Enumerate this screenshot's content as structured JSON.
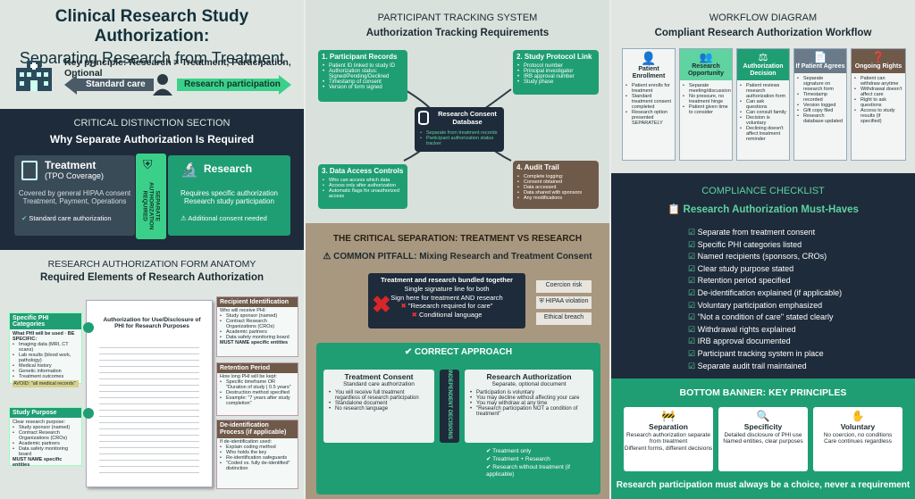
{
  "col1": {
    "title_line1": "Clinical Research Study Authorization:",
    "title_line2": "Separating Research from Treatment",
    "key_principle": "Key principle: Research ≠ Treatment, Participation, Optional",
    "standard_care": "Standard care",
    "research_participation": "Research participation",
    "critical_header": "CRITICAL DISTINCTION SECTION",
    "critical_sub": "Why Separate Authorization Is Required",
    "treatment_title": "Treatment",
    "treatment_sub": "(TPO Coverage)",
    "treatment_desc1": "Covered by general HIPAA consent",
    "treatment_desc2": "Treatment, Payment, Operations",
    "treatment_badge": "Standard care authorization",
    "separate_label": "SEPARATE AUTHORIZATION REQUIRED",
    "research_title": "Research",
    "research_desc1": "Requires specific authorization",
    "research_desc2": "Research study participation",
    "research_badge": "Additional consent needed",
    "anatomy_header": "RESEARCH AUTHORIZATION FORM ANATOMY",
    "anatomy_sub": "Required Elements of Research Authorization",
    "phi_title": "Specific PHI Categories",
    "phi_intro": "What PHI will be used · BE SPECIFIC:",
    "phi_items": [
      "Imaging data (MRI, CT scans)",
      "Lab results (blood work, pathology)",
      "Medical history",
      "Genetic information",
      "Treatment outcomes"
    ],
    "phi_avoid": "AVOID: \"all medical records\"",
    "purpose_title": "Study Purpose",
    "purpose_intro": "Clear research purpose:",
    "purpose_items": [
      "Study sponsor (named)",
      "Contract Research Organizations (CROs)",
      "Academic partners",
      "Data safety monitoring board"
    ],
    "purpose_must": "MUST NAME specific entities",
    "doc_title": "Authorization for Use/Disclosure of PHI for Research Purposes",
    "recipient_title": "Recipient Identification",
    "recipient_intro": "Who will receive PHI:",
    "recipient_items": [
      "Study sponsor (named)",
      "Contract Research Organizations (CROs)",
      "Academic partners",
      "Data safety monitoring board"
    ],
    "recipient_must": "MUST NAME specific entities",
    "retention_title": "Retention Period",
    "retention_intro": "How long PHI will be kept:",
    "retention_items": [
      "Specific timeframe OR \"Duration of study | 0.5 years\"",
      "Destruction method specified",
      "Example: \"7 years after study completion\""
    ],
    "deid_title": "De-identification Process (if applicable)",
    "deid_intro": "If de-identification used:",
    "deid_items": [
      "Explain coding method",
      "Who holds the key",
      "Re-identification safeguards",
      "\"Coded vs. fully de-identified\" distinction"
    ]
  },
  "col2": {
    "header": "PARTICIPANT TRACKING SYSTEM",
    "sub": "Authorization Tracking Requirements",
    "box1_title": "1. Participant Records",
    "box1_items": [
      "Patient ID linked to study ID",
      "Authorization status: Signed/Pending/Declined",
      "Timestamp of consent",
      "Version of form signed"
    ],
    "box2_title": "2. Study Protocol Link",
    "box2_items": [
      "Protocol number",
      "Principal investigator",
      "IRB approval number",
      "Study phase"
    ],
    "box3_title": "3. Data Access Controls",
    "box3_items": [
      "Who can access which data",
      "Access only after authorization",
      "Automatic flags for unauthorized access"
    ],
    "box4_title": "4. Audit Trail",
    "box4_items": [
      "Complete logging:",
      "Consent obtained",
      "Data accessed",
      "Data shared with sponsors",
      "Any modifications"
    ],
    "db_title": "Research Consent Database",
    "db_items": [
      "Separate from treatment records",
      "Participant authorization status tracker"
    ],
    "sep_header": "THE CRITICAL SEPARATION: TREATMENT VS RESEARCH",
    "pitfall": "COMMON PITFALL: Mixing Research and Treatment Consent",
    "bad_title": "Treatment and research bundled together",
    "bad_l1": "Single signature line for both",
    "bad_l2": "Sign here for treatment AND research",
    "bad_l3": "\"Research required for care\"",
    "bad_l4": "Conditional language",
    "risk1": "Coercion risk",
    "risk2": "HIPAA violation",
    "risk3": "Ethical breach",
    "correct": "CORRECT APPROACH",
    "tc_title": "Treatment Consent",
    "tc_sub": "Standard care authorization",
    "tc_items": [
      "You will receive full treatment regardless of research participation",
      "Standalone document",
      "No research language"
    ],
    "indep": "INDEPENDENT DECISIONS",
    "ra_title": "Research Authorization",
    "ra_sub": "Separate, optional document",
    "ra_items": [
      "Participation is voluntary",
      "You may decline without affecting your care",
      "You may withdraw at any time",
      "\"Research participation NOT a condition of treatment\""
    ],
    "opt1": "Treatment only",
    "opt2": "Treatment + Research",
    "opt3": "Research without treatment (if applicable)"
  },
  "col3": {
    "header": "WORKFLOW DIAGRAM",
    "sub": "Compliant Research Authorization Workflow",
    "steps": [
      {
        "title": "Patient Enrollment",
        "items": [
          "Patient enrolls for treatment",
          "Standard treatment consent completed",
          "Research option presented SEPARATELY"
        ]
      },
      {
        "title": "Research Opportunity",
        "items": [
          "Separate meeting/discussion",
          "No pressure, no treatment hinge",
          "Patient given time to consider"
        ]
      },
      {
        "title": "Authorization Decision",
        "items": [
          "Patient reviews research authorization form",
          "Can ask questions",
          "Can consult family",
          "Decision is voluntary",
          "Declining doesn't affect treatment reminder"
        ]
      },
      {
        "title": "If Patient Agrees",
        "items": [
          "Separate signature on research form",
          "Timestamp recorded",
          "Version logged",
          "Gift copy filed",
          "Research database updated"
        ]
      },
      {
        "title": "Ongoing Rights",
        "items": [
          "Patient can withdraw anytime",
          "Withdrawal doesn't affect care",
          "Right to ask questions",
          "Access to study results (if specified)"
        ]
      }
    ],
    "check_header": "COMPLIANCE CHECKLIST",
    "check_sub": "Research Authorization Must-Haves",
    "checklist": [
      "Separate from treatment consent",
      "Specific PHI categories listed",
      "Named recipients (sponsors, CROs)",
      "Clear study purpose stated",
      "Retention period specified",
      "De-identification explained (if applicable)",
      "Voluntary participation emphasized",
      "\"Not a condition of care\" stated clearly",
      "Withdrawal rights explained",
      "IRB approval documented",
      "Participant tracking system in place",
      "Separate audit trail maintained"
    ],
    "banner_header": "BOTTOM BANNER: KEY PRINCIPLES",
    "p1_title": "Separation",
    "p1_l1": "Research authorization separate from treatment",
    "p1_l2": "Different forms, different decisions",
    "p2_title": "Specificity",
    "p2_l1": "Detailed disclosure of PHI use",
    "p2_l2": "Named entities, clear purposes",
    "p3_title": "Voluntary",
    "p3_l1": "No coercion, no conditions",
    "p3_l2": "Care continues regardless",
    "footer": "Research participation must always be a choice, never a requirement"
  },
  "colors": {
    "dark": "#1e2b3a",
    "teal": "#1f9e74",
    "mint": "#5fd3a0",
    "brown": "#6f5a4a"
  }
}
